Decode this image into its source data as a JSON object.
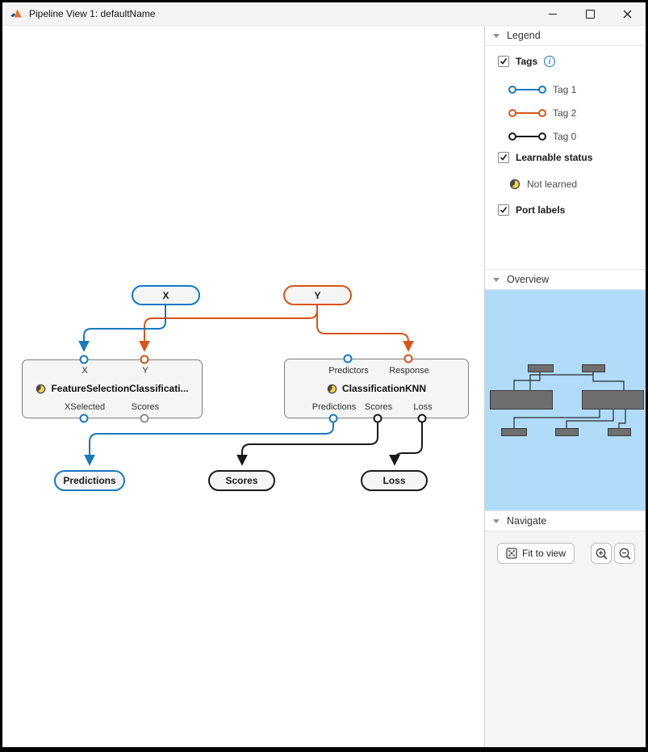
{
  "window": {
    "title": "Pipeline View 1: defaultName",
    "controls": [
      "minimize-icon",
      "maximize-icon",
      "close-icon"
    ],
    "app_icon": "matlab-logo"
  },
  "colors": {
    "tag1_blue": "#1779c0",
    "tag2_orange": "#d95419",
    "tag0_black": "#1a1a1a",
    "untagged_port_gray": "#909090",
    "minimap_background": "#b0dcf9",
    "node_fill": "#f5f5f5"
  },
  "canvas": {
    "sources": [
      {
        "label": "X",
        "tag": "Tag 1"
      },
      {
        "label": "Y",
        "tag": "Tag 2"
      }
    ],
    "blocks": [
      {
        "title": "FeatureSelectionClassificati...",
        "status": "Not learned",
        "inputs": [
          {
            "label": "X",
            "tag": "Tag 1"
          },
          {
            "label": "Y",
            "tag": "Tag 2"
          }
        ],
        "outputs": [
          {
            "label": "XSelected",
            "tag": "Tag 1"
          },
          {
            "label": "Scores",
            "tag": "untagged"
          }
        ]
      },
      {
        "title": "ClassificationKNN",
        "status": "Not learned",
        "inputs": [
          {
            "label": "Predictors",
            "tag": "Tag 1"
          },
          {
            "label": "Response",
            "tag": "Tag 2"
          }
        ],
        "outputs": [
          {
            "label": "Predictions",
            "tag": "Tag 1"
          },
          {
            "label": "Scores",
            "tag": "Tag 0"
          },
          {
            "label": "Loss",
            "tag": "Tag 0"
          }
        ]
      }
    ],
    "sinks": [
      {
        "label": "Predictions",
        "tag": "Tag 1"
      },
      {
        "label": "Scores",
        "tag": "Tag 0"
      },
      {
        "label": "Loss",
        "tag": "Tag 0"
      }
    ],
    "edges": [
      {
        "from": "X",
        "to": "FeatureSelectionClassificati....X",
        "tag": "Tag 1"
      },
      {
        "from": "Y",
        "to": "FeatureSelectionClassificati....Y",
        "tag": "Tag 2"
      },
      {
        "from": "Y",
        "to": "ClassificationKNN.Response",
        "tag": "Tag 2"
      },
      {
        "from": "ClassificationKNN.Predictions",
        "to": "Predictions",
        "tag": "Tag 1"
      },
      {
        "from": "ClassificationKNN.Scores",
        "to": "Scores",
        "tag": "Tag 0"
      },
      {
        "from": "ClassificationKNN.Loss",
        "to": "Loss",
        "tag": "Tag 0"
      }
    ]
  },
  "legend": {
    "header": "Legend",
    "tags_checkbox": {
      "label": "Tags",
      "checked": true,
      "info_icon": "info-icon"
    },
    "tags": [
      {
        "label": "Tag 1",
        "color": "#1779c0"
      },
      {
        "label": "Tag 2",
        "color": "#d95419"
      },
      {
        "label": "Tag 0",
        "color": "#1a1a1a"
      }
    ],
    "learnable_checkbox": {
      "label": "Learnable status",
      "checked": true
    },
    "not_learned": {
      "label": "Not learned",
      "icon": "clock-icon"
    },
    "port_labels_checkbox": {
      "label": "Port labels",
      "checked": true
    }
  },
  "overview": {
    "header": "Overview"
  },
  "navigate": {
    "header": "Navigate",
    "fit_button": "Fit to view",
    "zoom_in_icon": "zoom-in-icon",
    "zoom_out_icon": "zoom-out-icon"
  }
}
